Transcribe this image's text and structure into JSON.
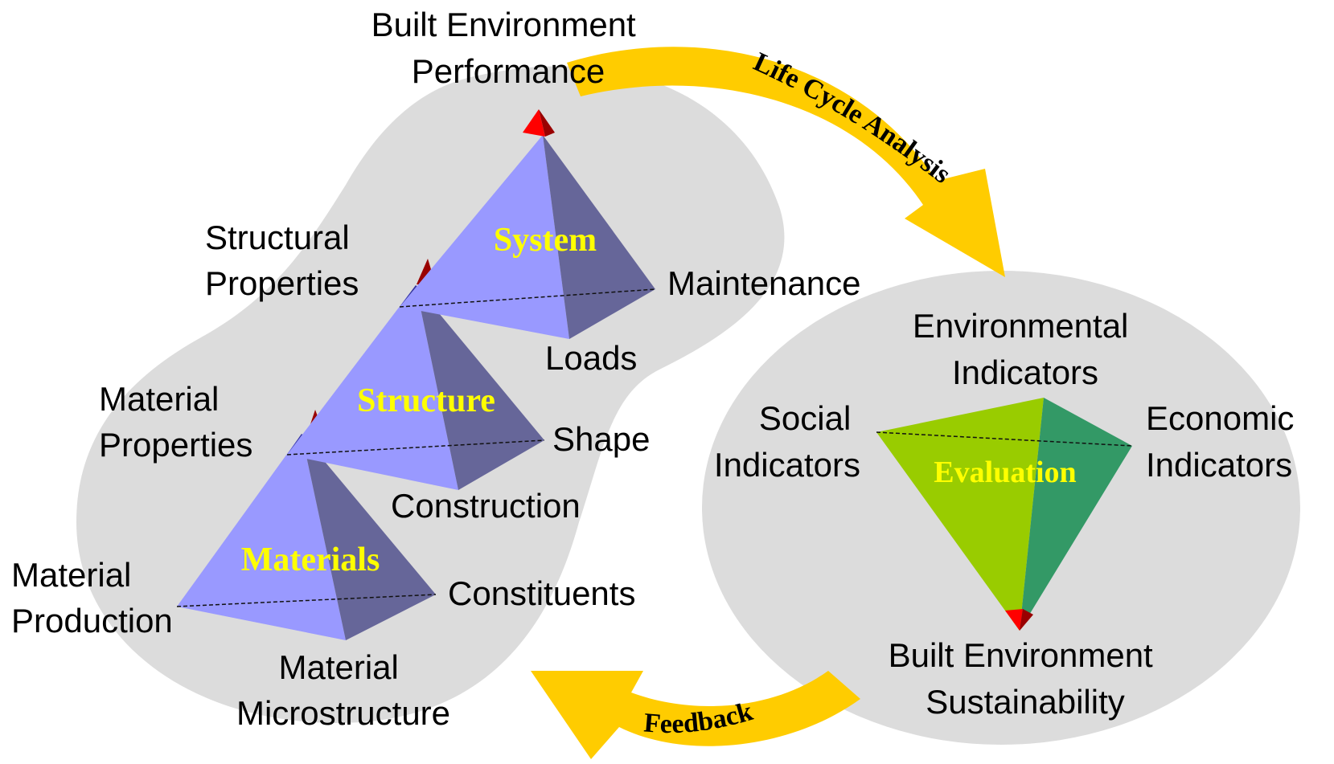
{
  "colors": {
    "blob": "#dcdcdc",
    "pyramid_light": "#9999ff",
    "pyramid_dark": "#666699",
    "pyramid_shadow": "#333399",
    "apex_red": "#ff0000",
    "apex_dark_red": "#990000",
    "evaluation_light": "#99cc00",
    "evaluation_dark": "#339966",
    "arrow": "#ffcc00",
    "inner_text": "#ffff00"
  },
  "arrows": {
    "top": "Life Cycle Analysis",
    "bottom": "Feedback"
  },
  "pyramids": {
    "system": {
      "title": "System",
      "top": [
        "Built Environment",
        "Performance"
      ],
      "left": [
        "Structural",
        "Properties"
      ],
      "right": "Maintenance",
      "bottom": "Loads"
    },
    "structure": {
      "title": "Structure",
      "left": [
        "Material",
        "Properties"
      ],
      "right": "Shape",
      "bottom": "Construction"
    },
    "materials": {
      "title": "Materials",
      "left": [
        "Material",
        "Production"
      ],
      "right": "Constituents",
      "bottom": [
        "Material",
        "Microstructure"
      ]
    }
  },
  "evaluation": {
    "title": "Evaluation",
    "top": [
      "Environmental",
      "Indicators"
    ],
    "left": [
      "Social",
      "Indicators"
    ],
    "right": [
      "Economic",
      "Indicators"
    ],
    "bottom": [
      "Built Environment",
      "Sustainability"
    ]
  }
}
